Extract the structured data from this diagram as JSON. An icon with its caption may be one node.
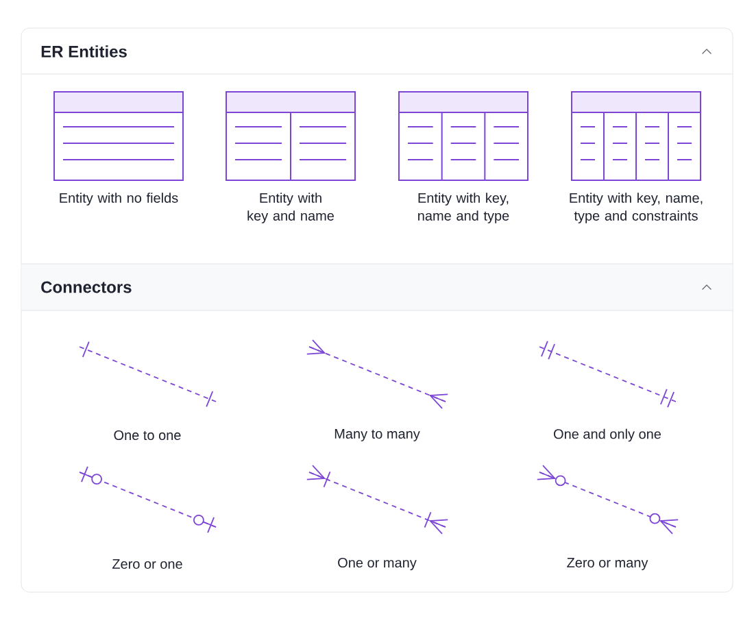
{
  "diagram": {
    "nodes": [
      {
        "text": [],
        "shape": "box",
        "beside": [
          "Entity with no fields"
        ]
      },
      {
        "text": [],
        "shape": "box",
        "beside": [
          "Entity with key and name"
        ]
      },
      {
        "text": [],
        "shape": "box",
        "beside": [
          "Entity with key, name and type"
        ]
      },
      {
        "text": [],
        "shape": "box",
        "beside": [
          "Entity with key, name, type and constraints"
        ]
      }
    ],
    "labels": [
      "ER Entities",
      "Connectors",
      "One to one",
      "Many to many",
      "One and only one",
      "Zero or one",
      "One or many",
      "Zero or many"
    ]
  }
}
